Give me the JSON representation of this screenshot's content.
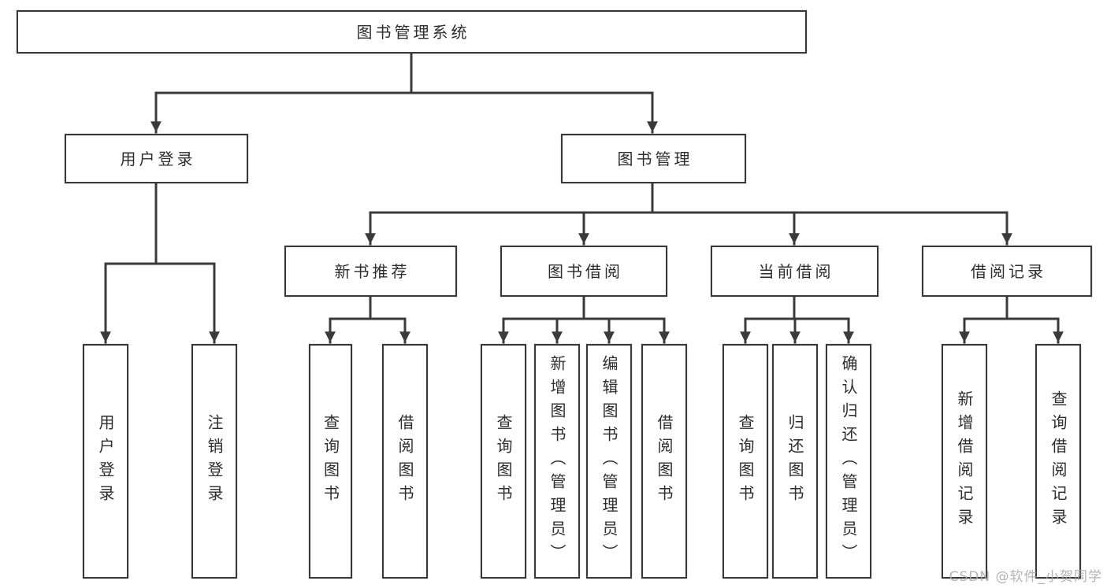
{
  "diagram_title": "图书管理系统",
  "watermark": "CSDN @软件_小贺同学",
  "colors": {
    "line": "#3a3a3a",
    "box_border": "#383838",
    "text": "#2d2d2d",
    "watermark": "#a8a8a8",
    "background": "#ffffff"
  },
  "nodes": {
    "root": {
      "label": "图书管理系统"
    },
    "user_login": {
      "label": "用户登录"
    },
    "book_mgmt": {
      "label": "图书管理"
    },
    "new_book_rec": {
      "label": "新书推荐"
    },
    "book_borrow": {
      "label": "图书借阅"
    },
    "current_borrow": {
      "label": "当前借阅"
    },
    "borrow_records": {
      "label": "借阅记录"
    },
    "leaf_user_login": {
      "label": "用户登录"
    },
    "leaf_logout": {
      "label": "注销登录"
    },
    "leaf_rec_query_books": {
      "label": "查询图书"
    },
    "leaf_rec_borrow_books": {
      "label": "借阅图书"
    },
    "leaf_bb_query_books": {
      "label": "查询图书"
    },
    "leaf_bb_add_books": {
      "label": "新增图书（管理员）"
    },
    "leaf_bb_edit_books": {
      "label": "编辑图书（管理员）"
    },
    "leaf_bb_borrow_books": {
      "label": "借阅图书"
    },
    "leaf_cb_query_books": {
      "label": "查询图书"
    },
    "leaf_cb_return_books": {
      "label": "归还图书"
    },
    "leaf_cb_confirm_return": {
      "label": "确认归还（管理员）"
    },
    "leaf_br_add_record": {
      "label": "新增借阅记录"
    },
    "leaf_br_query_record": {
      "label": "查询借阅记录"
    }
  },
  "edges": [
    [
      "root",
      "user_login"
    ],
    [
      "root",
      "book_mgmt"
    ],
    [
      "user_login",
      "leaf_user_login"
    ],
    [
      "user_login",
      "leaf_logout"
    ],
    [
      "book_mgmt",
      "new_book_rec"
    ],
    [
      "book_mgmt",
      "book_borrow"
    ],
    [
      "book_mgmt",
      "current_borrow"
    ],
    [
      "book_mgmt",
      "borrow_records"
    ],
    [
      "new_book_rec",
      "leaf_rec_query_books"
    ],
    [
      "new_book_rec",
      "leaf_rec_borrow_books"
    ],
    [
      "book_borrow",
      "leaf_bb_query_books"
    ],
    [
      "book_borrow",
      "leaf_bb_add_books"
    ],
    [
      "book_borrow",
      "leaf_bb_edit_books"
    ],
    [
      "book_borrow",
      "leaf_bb_borrow_books"
    ],
    [
      "current_borrow",
      "leaf_cb_query_books"
    ],
    [
      "current_borrow",
      "leaf_cb_return_books"
    ],
    [
      "current_borrow",
      "leaf_cb_confirm_return"
    ],
    [
      "borrow_records",
      "leaf_br_add_record"
    ],
    [
      "borrow_records",
      "leaf_br_query_record"
    ]
  ]
}
